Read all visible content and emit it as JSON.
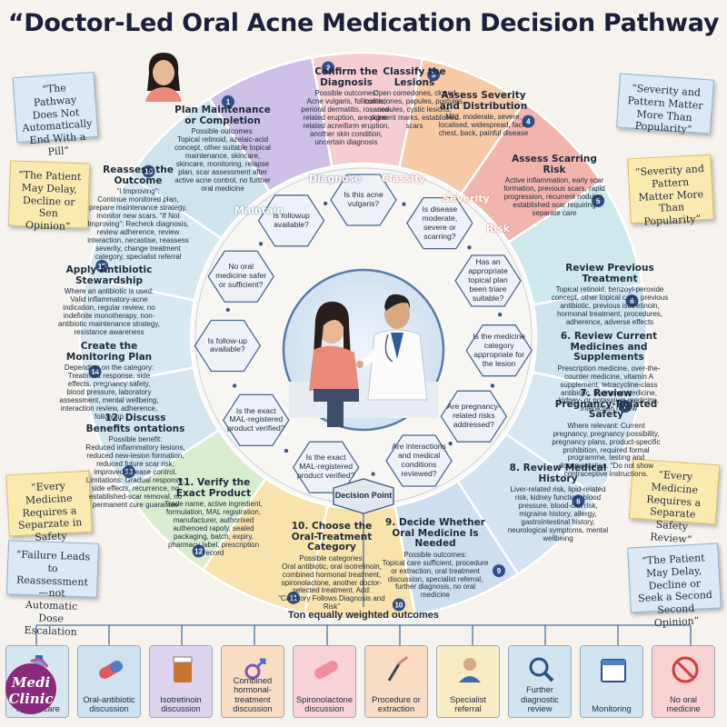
{
  "title": "“Doctor-Led Oral Acne Medication Decision Pathway",
  "notes": {
    "n1": "“The Pathway Does Not Automatically End With a Pill”",
    "n2": "“The Patient May Delay, Decline or Sen Opinion”",
    "n3": "“Severity and Pattern Matter More Than Popularity”",
    "n4": "“Severity and Pattern Matter More Than Popularity”",
    "n5": "“Every Medicine Requires a Separzate in Safety Review”",
    "n6": "“Every Medicine Requires a Separate Safety Review”",
    "n7": "“Failure Leads to Reassessment—not Automatic Dose Escalation",
    "n8": "“The Patient May Delay, Decline or Seek a Second Second Opinion”"
  },
  "segments": [
    {
      "n": "1",
      "h": "Confirm the Diagnosis",
      "s": "Possible outcomes:",
      "b": "Acne vulgaris, folliculitis, perioral dermatitis, rosacea-related eruption, areolcine-related acneiform eruption, another skin condition, uncertain diagnosis",
      "tag": "Diagnose"
    },
    {
      "n": "2",
      "h": "Classify the Lesions",
      "s": "",
      "b": "Open comedones, closed comedones, papules, pustules, nodules, cystic lesions, pigment marks, established scars",
      "tag": "Classify"
    },
    {
      "n": "3",
      "h": "Assess Severity and Distribution",
      "s": "",
      "b": "Mild, moderate, severe, localised, widespread, face, chest, back, painful disease",
      "tag": "Severity"
    },
    {
      "n": "4",
      "h": "Assess Scarring Risk",
      "s": "",
      "b": "Active inflammation, early scar formation, previous scars, rapid progression, recurrent nodules, established scar requiring separate care",
      "tag": "Risk"
    },
    {
      "n": "5",
      "h": "Review Previous Treatment",
      "s": "",
      "b": "Topical retinoid, benzoyl-peroxide concept, other topical care, previous antibiotic, previous isotretinoin, hormonal treatment, procedures, adherence, adverse effects",
      "tag": ""
    },
    {
      "n": "6",
      "h": "6. Review Current Medicines and Supplements",
      "s": "",
      "b": "Prescription medicine, over-the-counter medicine, vitamin A supplement, tetracycline-class antibiotic, hormonal medicine, kidney- or potassium medicine, interaction review",
      "tag": ""
    },
    {
      "n": "7",
      "h": "7. Review Pregnancy-Related Safety",
      "s": "",
      "b": "Where relevant: Current pregnancy, pregnancy possibility, pregnancy plans, product-specific prohibition, required formal programme, testing and documentation. “Do not show contraceptive instructions.",
      "tag": ""
    },
    {
      "n": "8",
      "h": "8. Review Medical History",
      "s": "",
      "b": "Liver-related risk, lipid-related risk, kidney function, blood pressure, blood-clot risk, migraine history, allergy, gastrointestinal history, neurological symptoms, mental wellbeing",
      "tag": ""
    },
    {
      "n": "9",
      "h": "9. Decide Whether Oral Medicine Is Needed",
      "s": "Possible outcomes:",
      "b": "Topical care sufficient, procedure or extraction, oral treatment discussion, specialist referral, further diagnosis, no oral medicine",
      "tag": ""
    },
    {
      "n": "10",
      "h": "10. Choose the Oral-Treatment Category",
      "s": "Possible categories:",
      "b": "Oral antibiotic, oral isotretinoin, combined hormonal treatment, spironolactone, another doctor-selected treatment. Add: “Category Follows Diagnosis and Risk”",
      "tag": ""
    },
    {
      "n": "11",
      "h": "11. Verify the Exact Product",
      "s": "",
      "b": "Trade name, active ingredient, formulation, MAL registration, manufacturer, authorised authenoed rapoly, sealed packaging, batch, expiry, pharmacy label, prescription record",
      "tag": ""
    },
    {
      "n": "12",
      "h": "12. Discuss Benefits ontations",
      "s": "Possible benefit:",
      "b": "Reduced inflammatory lesions, reduced new-lesion formation, reduced future scar risk, improved disease control. Limitations: Gradual response, side effects, recurrence, no established-scar removal, no permanent cure guarantee",
      "tag": ""
    },
    {
      "n": "13",
      "h": "Create the Monitoring Plan",
      "s": "Depending on the category:",
      "b": "Treatment response, side effects, pregnancy safety, blood pressure, laboratory assessment, mental wellbeing, interaction review, adherence, follow-up",
      "tag": ""
    },
    {
      "n": "14",
      "h": "Apply Antibiotic Stewardship",
      "s": "Where an antibiotic is used:",
      "b": "Valid inflammatory-acne indication, regular review, no indefinite monotherapy, non-antibiotic maintenance strategy, resistance awareness",
      "tag": ""
    },
    {
      "n": "15",
      "h": "Reassess the Outcome",
      "s": "“I Improving”:",
      "b": "Continue monitored plan, prepare maintenance strategy, monitor new scars. “If Not Improving”: Recheck diagnosis, review adherence, review interaction, necastise, reassess severity, change treatment category, specialist referral",
      "tag": ""
    },
    {
      "n": "16",
      "h": "Plan Maintenance or Completion",
      "s": "Possible outcomes:",
      "b": "Topical retinoid, azelaic-acid concept, other suitable topical maintenance, skincare, skincare, monitoring, relapse plan, scar assessment after active acne control, no further oral medicine",
      "tag": "Maintain"
    }
  ],
  "hexes": [
    "Is this acne vulgaris?",
    "Is disease moderate, severe or scarring?",
    "Has an appropriate topical plan been triare suitable?",
    "Is the medicine category appropriate for the lesion",
    "Are pregnancy-related risks addressed?",
    "Are interactions and medical conditions reviewed?",
    "Is the exact MAL-registered product verified?",
    "Is the exact MAL-registered product verified?",
    "Is follow-up available?",
    "No oral medicine safer or sufficient?",
    "Is followup available?"
  ],
  "decision_point": "Decision Point",
  "outcomes_label": "Ton equally weighted outcomes",
  "outcomes": [
    "Topical care",
    "Oral-antibiotic discussion",
    "Isotretinoin discussion",
    "Combined hormonal-treatment discussion",
    "Spironolactone discussion",
    "Procedure or extraction",
    "Specialist referral",
    "Further diagnostic review",
    "Monitoring",
    "No oral medicine"
  ],
  "logo": {
    "line1": "Medi",
    "line2": "Clinic"
  },
  "colors": {
    "purple": "#cdbfe6",
    "pink": "#f6cdd0",
    "orange": "#f7c9a4",
    "red": "#f2b5ae",
    "teal": "#cfe8ec",
    "blue": "#cfdeef",
    "green": "#d9ecd0",
    "yellow": "#f8e3ad",
    "navy": "#1e3a66"
  }
}
